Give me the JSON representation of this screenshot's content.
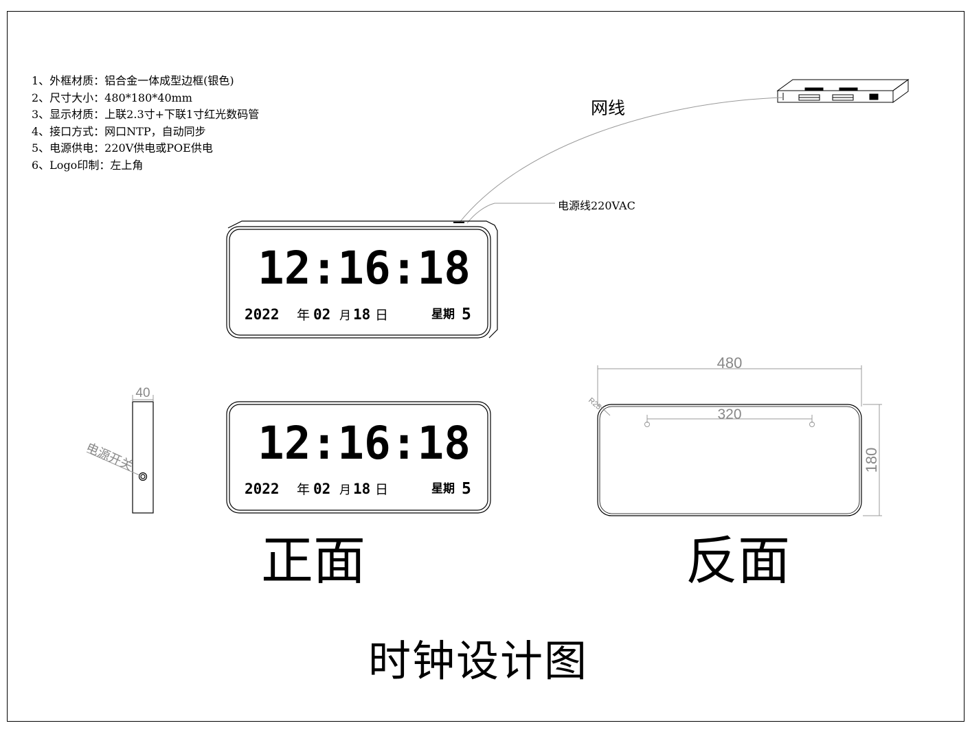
{
  "specs": [
    "1、外框材质：铝合金一体成型边框(银色)",
    "2、尺寸大小：480*180*40mm",
    "3、显示材质：上联2.3寸+下联1寸红光数码管",
    "4、接口方式：网口NTP，自动同步",
    "5、电源供电：220V供电或POE供电",
    "6、Logo印制：左上角"
  ],
  "labels": {
    "network_cable": "网线",
    "power_cable": "电源线220VAC",
    "power_switch": "电源开关",
    "front_view": "正面",
    "back_view": "反面",
    "drawing_title": "时钟设计图"
  },
  "clock": {
    "time": "12:16:18",
    "date_year": "2022",
    "date_year_unit": "年",
    "date_month": "02",
    "date_month_unit": "月",
    "date_day": "18",
    "date_day_unit": "日",
    "weekday_label": "星期",
    "weekday_value": "5"
  },
  "dimensions": {
    "width": "480",
    "height": "180",
    "depth": "40",
    "hole_spacing": "320",
    "corner_radius": "R25"
  }
}
